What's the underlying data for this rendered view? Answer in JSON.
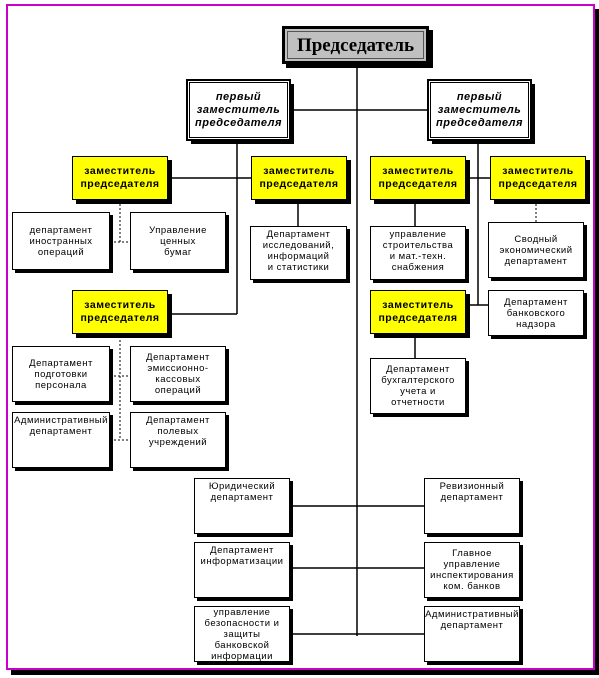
{
  "chairman": "Председатель",
  "first_deputy_left": "первый\nзаместитель\nпредседателя",
  "first_deputy_right": "первый\nзаместитель\nпредседателя",
  "deputies": {
    "left_1": "заместитель\nпредседателя",
    "left_2": "заместитель\nпредседателя",
    "center_1": "заместитель\nпредседателя",
    "right_1": "заместитель\nпредседателя",
    "right_2": "заместитель\nпредседателя",
    "right_3": "заместитель\nпредседателя"
  },
  "departments": {
    "foreign_ops": "департамент\nиностранных\nопераций",
    "securities": "Управление\nценных\nбумаг",
    "research": "Департамент\nисследований,\nинформаций\nи статистики",
    "construction": "управление\nстроительства\nи мат.-техн.\nснабжения",
    "economic": "Сводный\nэкономический\nдепартамент",
    "banking_supervision": "Департамент\nбанковского\nнадзора",
    "accounting": "Департамент\nбухгалтерского\nучета и\nотчетности",
    "personnel": "Департамент\nподготовки\nперсонала",
    "emission": "Департамент\nэмиссионно-\nкассовых\nопераций",
    "administrative_left": "Административный\nдепартамент",
    "field": "Департамент\nполевых\nучреждений",
    "legal": "Юридический\nдепартамент",
    "audit": "Ревизионный\nдепартамент",
    "informatization": "Департамент\nинформатизации",
    "inspection": "Главное\nуправление\nинспектирования\nком. банков",
    "security": "управление\nбезопасности и\nзащиты банковской\nинформации",
    "administrative_right": "Административный\nдепартамент"
  }
}
